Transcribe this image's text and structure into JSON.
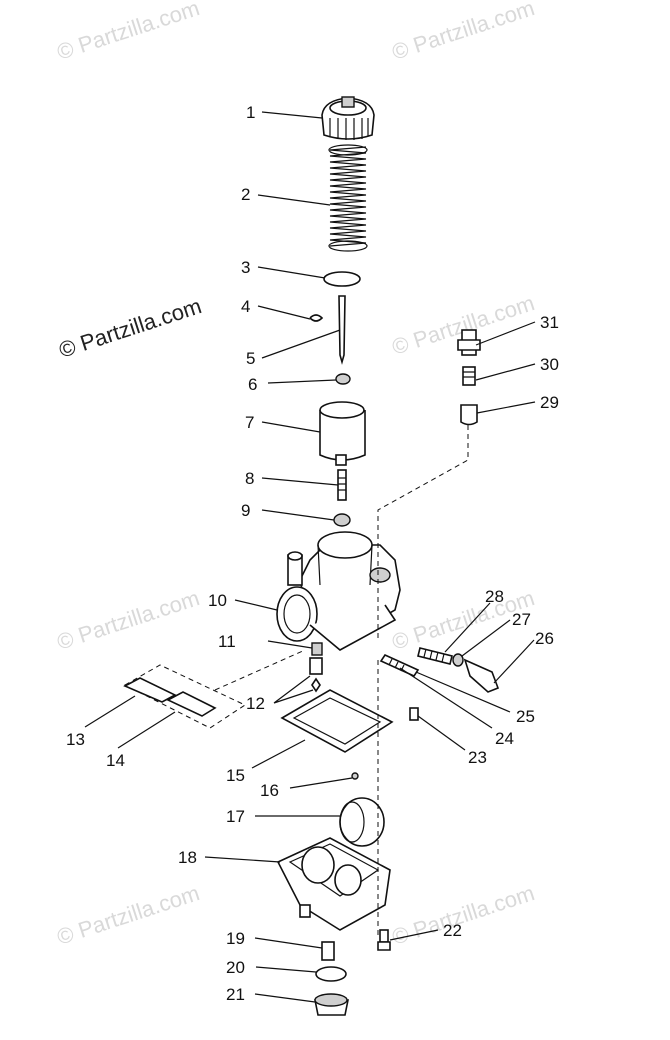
{
  "watermark": {
    "text": "© Partzilla.com",
    "color_faint": "#d9d9d9",
    "color_main": "#222222"
  },
  "callouts": [
    {
      "num": "1"
    },
    {
      "num": "2"
    },
    {
      "num": "3"
    },
    {
      "num": "4"
    },
    {
      "num": "5"
    },
    {
      "num": "6"
    },
    {
      "num": "7"
    },
    {
      "num": "8"
    },
    {
      "num": "9"
    },
    {
      "num": "10"
    },
    {
      "num": "11"
    },
    {
      "num": "12"
    },
    {
      "num": "13"
    },
    {
      "num": "14"
    },
    {
      "num": "15"
    },
    {
      "num": "16"
    },
    {
      "num": "17"
    },
    {
      "num": "18"
    },
    {
      "num": "19"
    },
    {
      "num": "20"
    },
    {
      "num": "21"
    },
    {
      "num": "22"
    },
    {
      "num": "23"
    },
    {
      "num": "24"
    },
    {
      "num": "25"
    },
    {
      "num": "26"
    },
    {
      "num": "27"
    },
    {
      "num": "28"
    },
    {
      "num": "29"
    },
    {
      "num": "30"
    },
    {
      "num": "31"
    }
  ]
}
